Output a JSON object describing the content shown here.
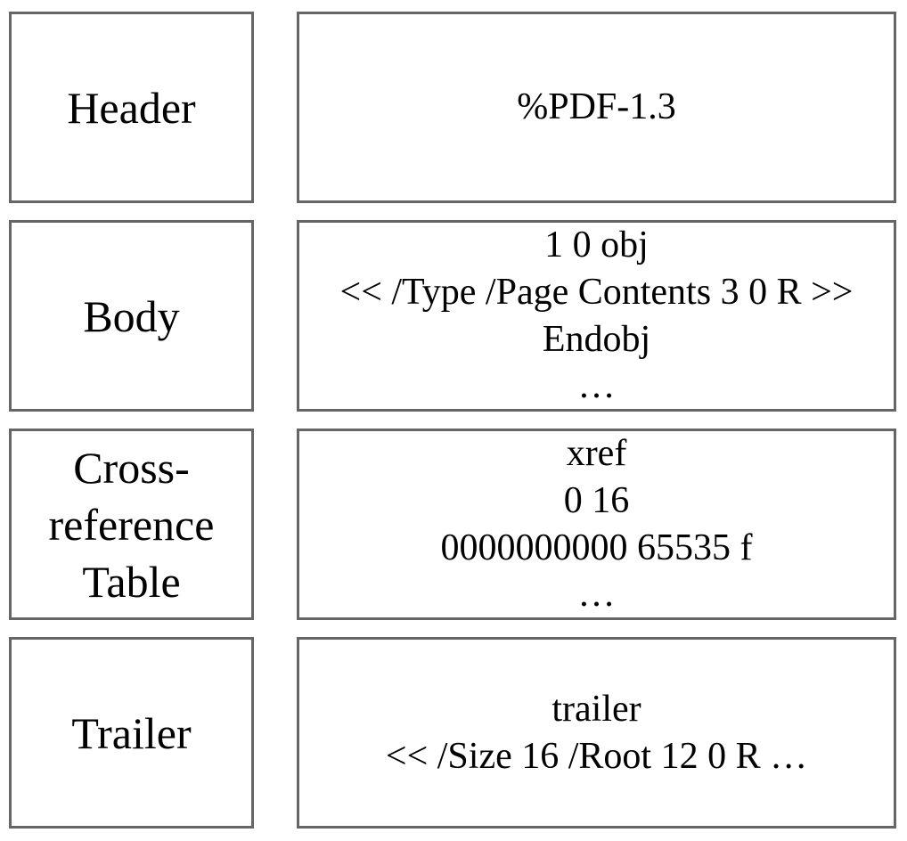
{
  "diagram": {
    "border_color": "#666666",
    "text_color": "#000000",
    "background_color": "#ffffff",
    "rows": [
      {
        "label": "Header",
        "content": "%PDF-1.3"
      },
      {
        "label": "Body",
        "content": "1 0 obj\n<< /Type /Page Contents 3 0 R >>\nEndobj\n…"
      },
      {
        "label": "Cross-\nreference\nTable",
        "content": "xref\n0 16\n0000000000 65535 f\n…"
      },
      {
        "label": "Trailer",
        "content": "trailer\n<< /Size 16 /Root 12 0 R …"
      }
    ]
  }
}
